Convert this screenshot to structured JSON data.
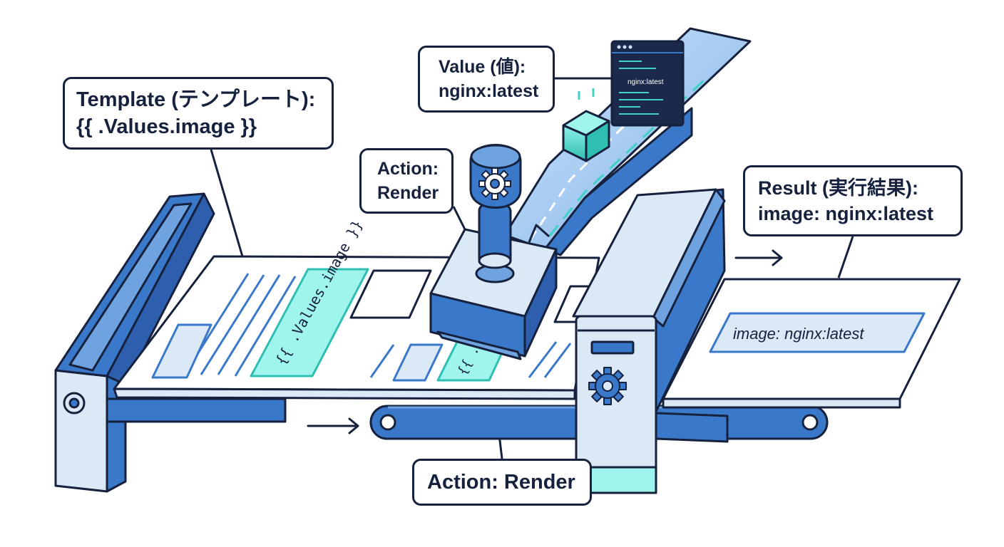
{
  "callouts": {
    "template": {
      "line1": "Template (テンプレート):",
      "line2": "{{ .Values.image }}"
    },
    "value": {
      "line1": "Value (値):",
      "line2": "nginx:latest"
    },
    "action_small": {
      "line1": "Action:",
      "line2": "Render"
    },
    "result": {
      "line1": "Result (実行結果):",
      "line2": "image: nginx:latest"
    },
    "action_bottom": {
      "label": "Action: Render"
    }
  },
  "sheet": {
    "placeholder_main": "{{ .Values.image }}",
    "placeholder_stamped": "{{ .V"
  },
  "terminal": {
    "text": "nginx:latest"
  },
  "output": {
    "text": "image: nginx:latest"
  },
  "colors": {
    "outline": "#16213e",
    "machine_blue": "#3a78c9",
    "machine_light": "#dbe9f7",
    "accent_teal": "#43d1c6",
    "paper": "#ffffff"
  }
}
